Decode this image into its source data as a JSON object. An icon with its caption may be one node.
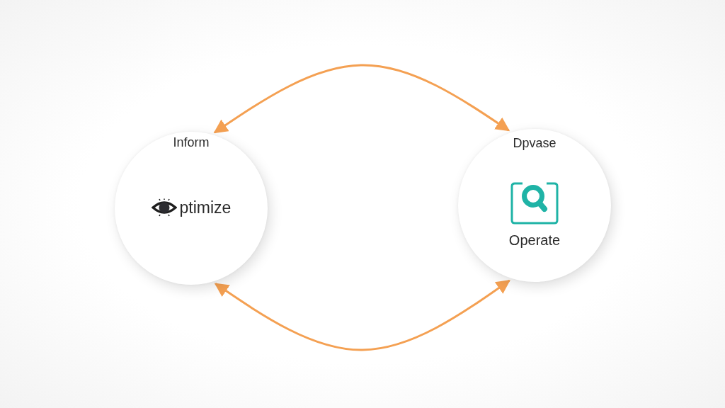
{
  "diagram": {
    "nodes": [
      {
        "text": [
          "Inform",
          "ptimize"
        ]
      },
      {
        "text": [
          "Dpvase",
          "Operate"
        ]
      }
    ],
    "edges": [
      {
        "from": 0,
        "to": 1,
        "arrow": "both"
      },
      {
        "from": 0,
        "to": 1,
        "arrow": "both"
      }
    ]
  }
}
